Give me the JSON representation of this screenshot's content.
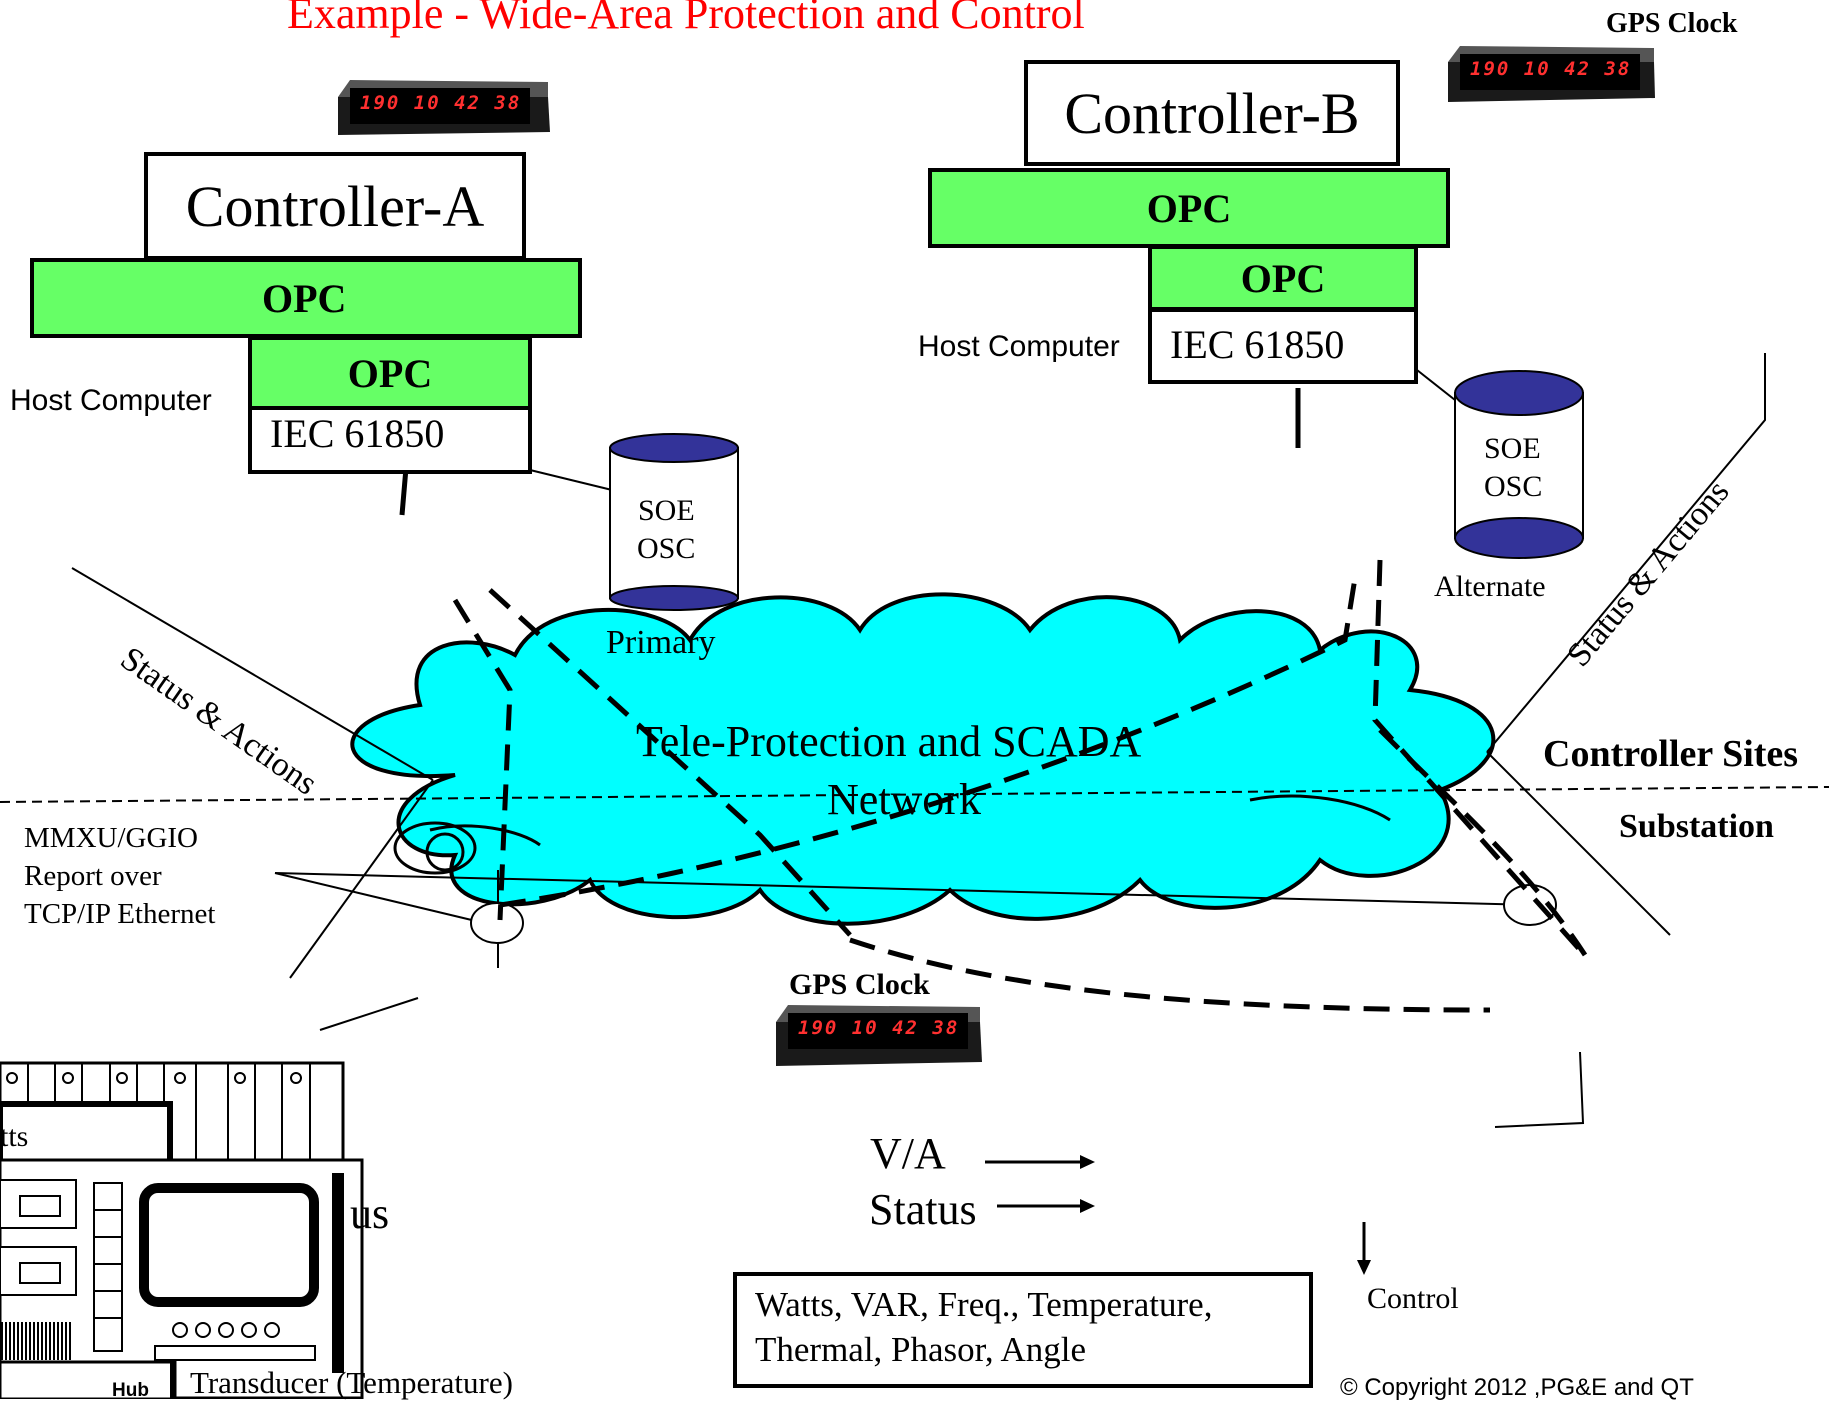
{
  "title": "Example - Wide-Area Protection and Control",
  "gps_clock_label": "GPS Clock",
  "clock_display": "190 10 42 38",
  "controller_a": {
    "name": "Controller-A",
    "opc_outer": "OPC",
    "opc_inner": "OPC",
    "iec": "IEC 61850",
    "host_label": "Host Computer"
  },
  "controller_b": {
    "name": "Controller-B",
    "opc_outer": "OPC",
    "opc_inner": "OPC",
    "iec": "IEC 61850",
    "host_label": "Host Computer"
  },
  "storage_primary": {
    "line1": "SOE",
    "line2": "OSC",
    "label": "Primary"
  },
  "storage_alternate": {
    "line1": "SOE",
    "line2": "OSC",
    "label": "Alternate"
  },
  "status_actions_label": "Status & Actions",
  "network_label_1": "Tele-Protection and SCADA",
  "network_label_2": "Network",
  "controller_sites_label": "Controller Sites",
  "substation_label": "Substation",
  "report_label": [
    "MMXU/GGIO",
    "Report over",
    "TCP/IP Ethernet"
  ],
  "equipment": {
    "watts_fragment": "tts",
    "status_fragment": "us",
    "hub_label": "Hub",
    "transducer_label": "Transducer (Temperature)"
  },
  "legend": {
    "va_label": "V/A",
    "status_label": "Status",
    "control_label": "Control",
    "measurements_line1": "Watts, VAR, Freq., Temperature,",
    "measurements_line2": "Thermal, Phasor, Angle"
  },
  "copyright": "© Copyright 2012 ,PG&E and QT",
  "colors": {
    "title": "#ff0000",
    "opc_fill": "#66ff66",
    "cloud_fill": "#00ffff",
    "disk_top": "#333399"
  }
}
